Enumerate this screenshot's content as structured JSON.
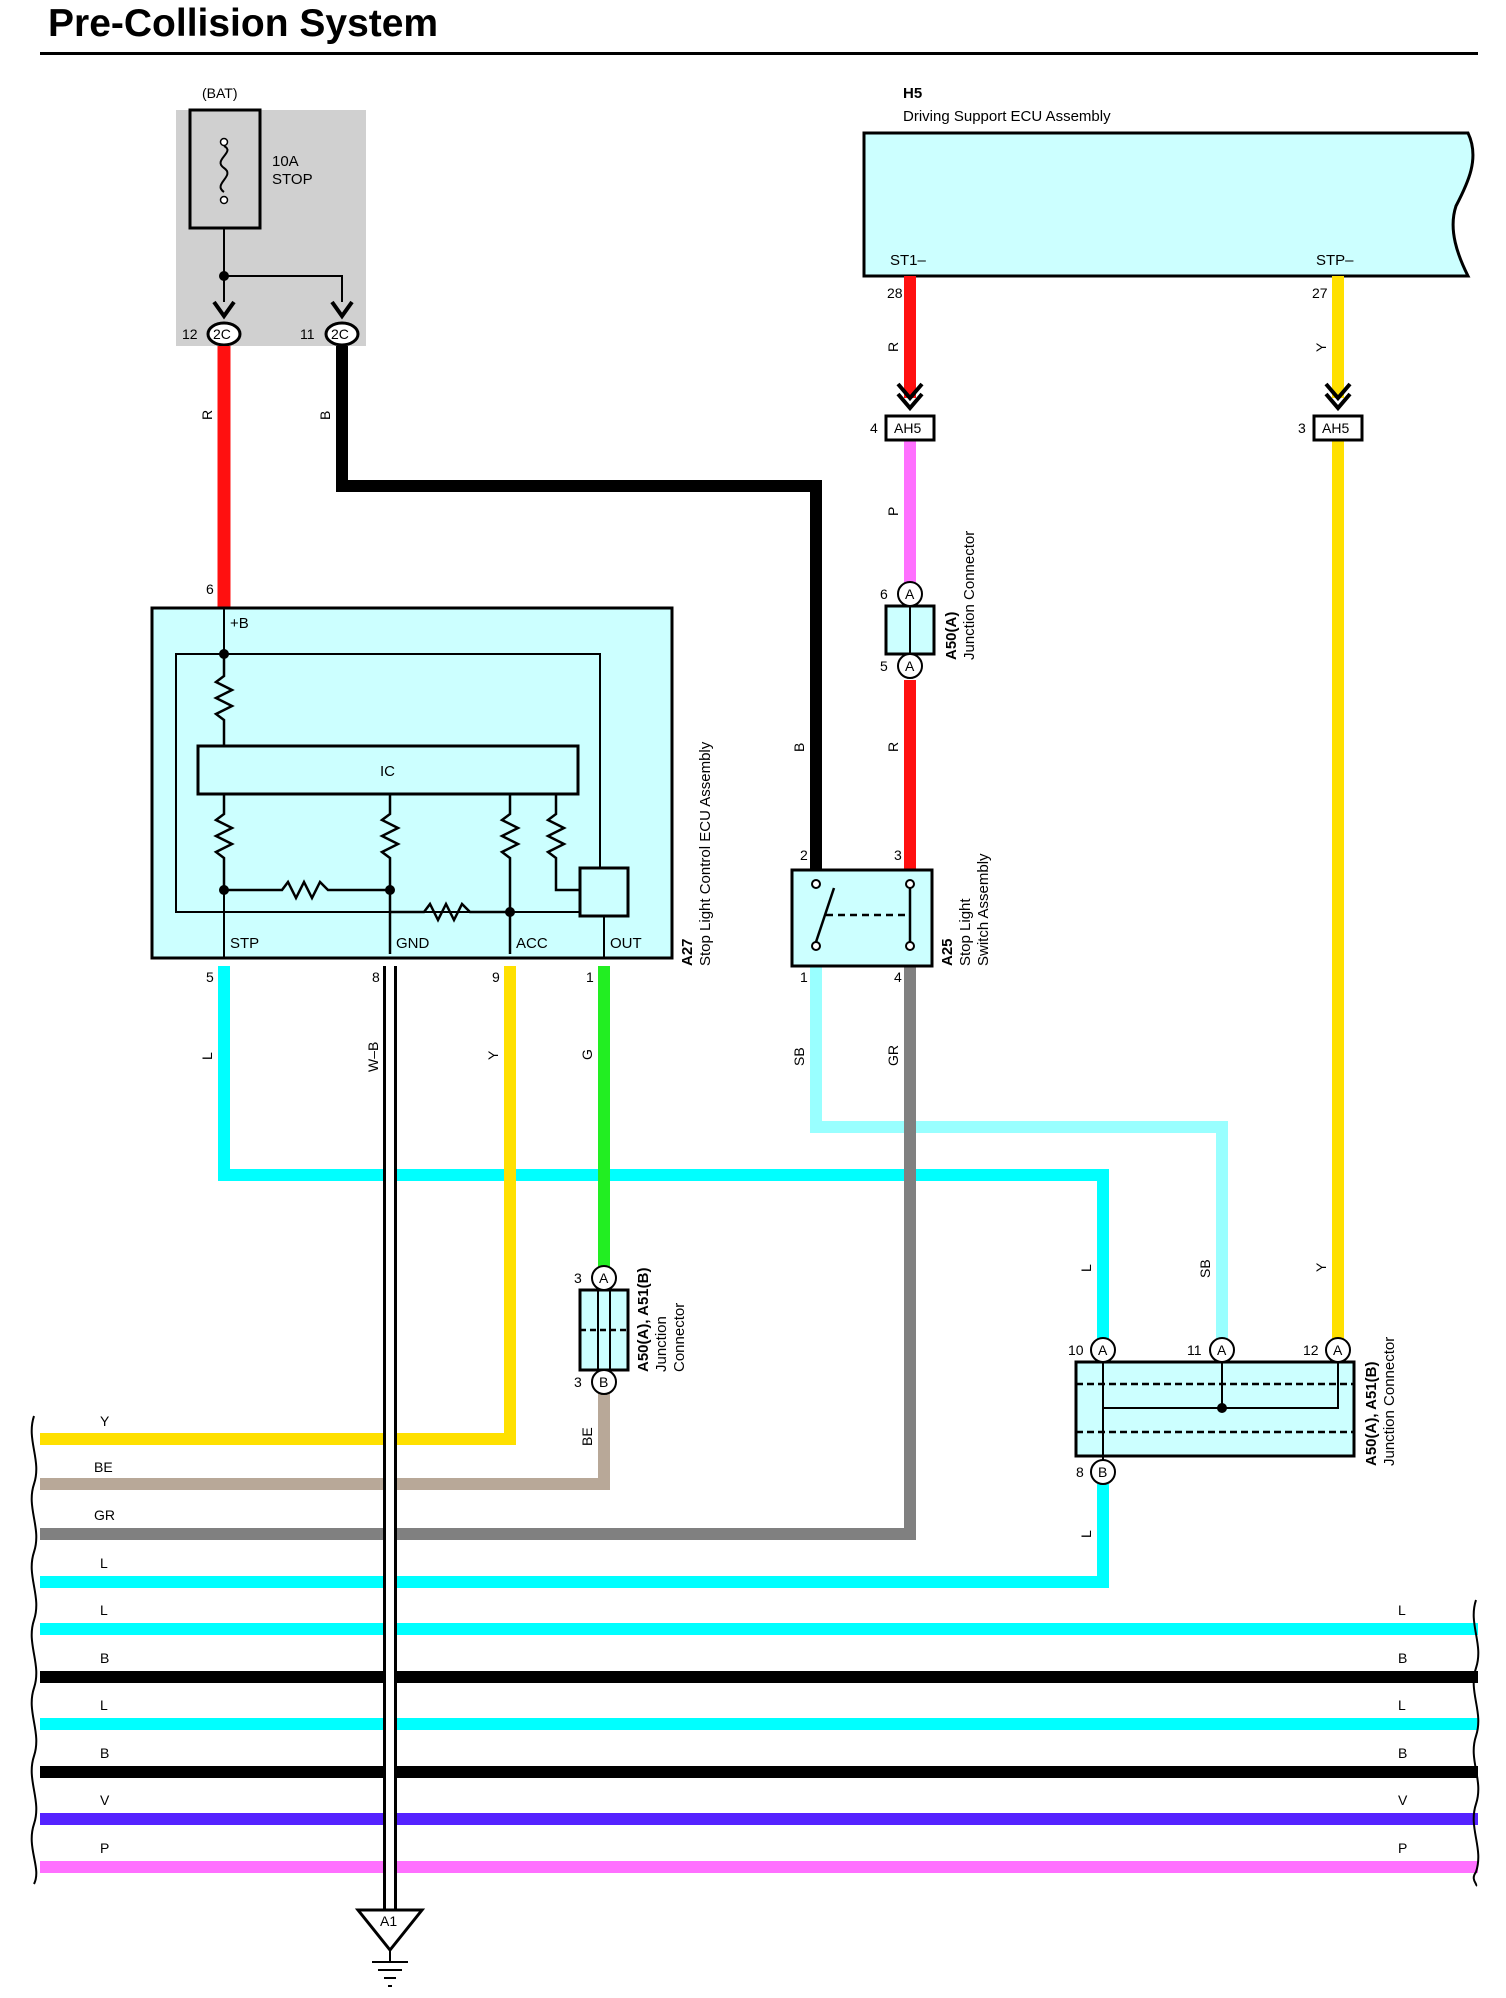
{
  "title": "Pre-Collision System",
  "colors": {
    "R": "#ff1010",
    "B": "#000000",
    "Y": "#ffe000",
    "P": "#ff70ff",
    "L": "#00ffff",
    "SB": "#99ffff",
    "GR": "#808080",
    "G": "#22ee22",
    "BE": "#b8a898",
    "W-B": "#ffffff",
    "V": "#5522ff",
    "box_fill": "#ccffff",
    "fuse_box": "#d0d0d0"
  },
  "fuse": {
    "source": "(BAT)",
    "rating": "10A",
    "name": "STOP",
    "connector": "2C",
    "pins": [
      "12",
      "11"
    ]
  },
  "h5": {
    "code": "H5",
    "name": "Driving Support ECU Assembly",
    "terminals": {
      "st1": "ST1–",
      "stp": "STP–"
    },
    "pins": {
      "st1": "28",
      "stp": "27"
    }
  },
  "ah5": {
    "code": "AH5",
    "pins": {
      "left": "4",
      "right": "3"
    }
  },
  "jc_a50_top": {
    "code": "A50(A)",
    "name": "Junction Connector",
    "pin_top": "6",
    "pin_bottom": "5",
    "letter": "A"
  },
  "a27": {
    "code": "A27",
    "name": "Stop Light Control ECU Assembly",
    "plus_b": "+B",
    "plus_b_pin": "6",
    "ic": "IC",
    "terminals": {
      "stp": "STP",
      "gnd": "GND",
      "acc": "ACC",
      "out": "OUT"
    },
    "pins": {
      "stp": "5",
      "gnd": "8",
      "acc": "9",
      "out": "1"
    }
  },
  "a25": {
    "code": "A25",
    "name": "Stop Light Switch Assembly",
    "line1": "Stop Light",
    "line2": "Switch Assembly",
    "pins": {
      "in_left": "2",
      "in_right": "3",
      "out_left": "1",
      "out_right": "4"
    }
  },
  "jc_mid": {
    "code": "A50(A), A51(B)",
    "line1": "Junction",
    "line2": "Connector",
    "pin_top": "3",
    "pin_bottom": "3",
    "letter_top": "A",
    "letter_bottom": "B"
  },
  "jc_right": {
    "code": "A50(A), A51(B)",
    "name": "Junction Connector",
    "pins": [
      "10",
      "11",
      "12"
    ],
    "pin_bottom": "8",
    "letter": "A",
    "letter_bottom": "B"
  },
  "ground": {
    "code": "A1"
  },
  "wire_labels": {
    "r_fuse": "R",
    "b_fuse": "B",
    "r_st1": "R",
    "y_stp": "Y",
    "p_ah5": "P",
    "r_a50": "R",
    "b_sw": "B",
    "l_stp": "L",
    "wb_gnd": "W–B",
    "y_acc": "Y",
    "g_out": "G",
    "sb_sw": "SB",
    "gr_sw": "GR",
    "l_jc": "L",
    "sb_jc": "SB",
    "y_jc": "Y",
    "be_jc": "BE",
    "l_jc_out": "L"
  },
  "bus_left": [
    "Y",
    "BE",
    "GR",
    "L",
    "L",
    "B",
    "L",
    "B",
    "V",
    "P"
  ],
  "bus_right": [
    "L",
    "B",
    "L",
    "B",
    "V",
    "P"
  ]
}
